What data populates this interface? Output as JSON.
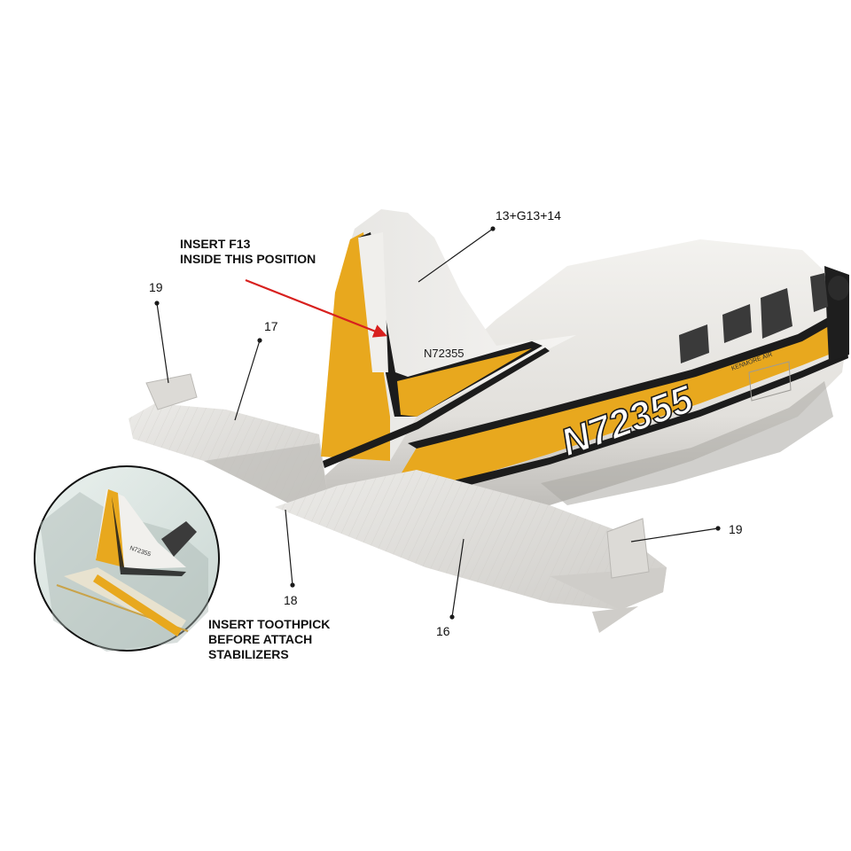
{
  "colors": {
    "accent_yellow": "#e8a81e",
    "stripe_black": "#1c1c1c",
    "body_white": "#eceae6",
    "shadow_gray": "#b9b7b3",
    "arrow_red": "#d8201e"
  },
  "callouts": {
    "fin_parts": "13+G13+14",
    "tip_left": "19",
    "stab_left": "17",
    "toothpick_pt": "18",
    "stab_right": "16",
    "tip_right": "19"
  },
  "notes": {
    "insert_f13": "INSERT F13\nINSIDE THIS POSITION",
    "insert_toothpick": "INSERT TOOTHPICK\nBEFORE ATTACH\nSTABILIZERS"
  },
  "aircraft": {
    "fin_registration": "N72355",
    "body_registration": "N72355",
    "cabin_script": "KENMORE AIR",
    "inset_registration": "N72355"
  }
}
